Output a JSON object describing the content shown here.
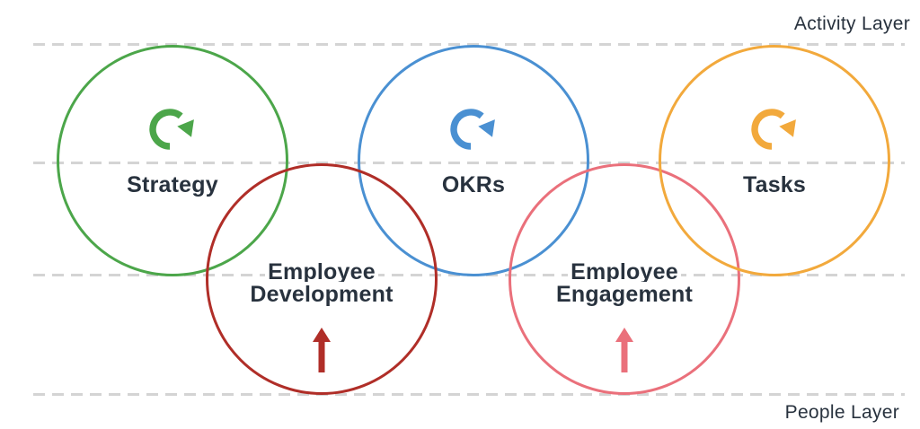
{
  "diagram": {
    "activity_layer_label": "Activity Layer",
    "people_layer_label": "People Layer",
    "circles": [
      {
        "id": "strategy",
        "label": "Strategy",
        "color": "#4ca64a",
        "layer": "activity",
        "icon": "cycle-arrow-icon"
      },
      {
        "id": "okrs",
        "label": "OKRs",
        "color": "#4a90d2",
        "layer": "activity",
        "icon": "cycle-arrow-icon"
      },
      {
        "id": "tasks",
        "label": "Tasks",
        "color": "#f2a93c",
        "layer": "activity",
        "icon": "cycle-arrow-icon"
      },
      {
        "id": "employee-development",
        "label_lines": [
          "Employee",
          "Development"
        ],
        "color": "#b02e28",
        "layer": "people",
        "icon": "up-arrow-icon"
      },
      {
        "id": "employee-engagement",
        "label_lines": [
          "Employee",
          "Engagement"
        ],
        "color": "#ea707b",
        "layer": "people",
        "icon": "up-arrow-icon"
      }
    ],
    "colors": {
      "text": "#28323e",
      "guide_line": "#d4d4d4",
      "background": "#ffffff"
    }
  }
}
